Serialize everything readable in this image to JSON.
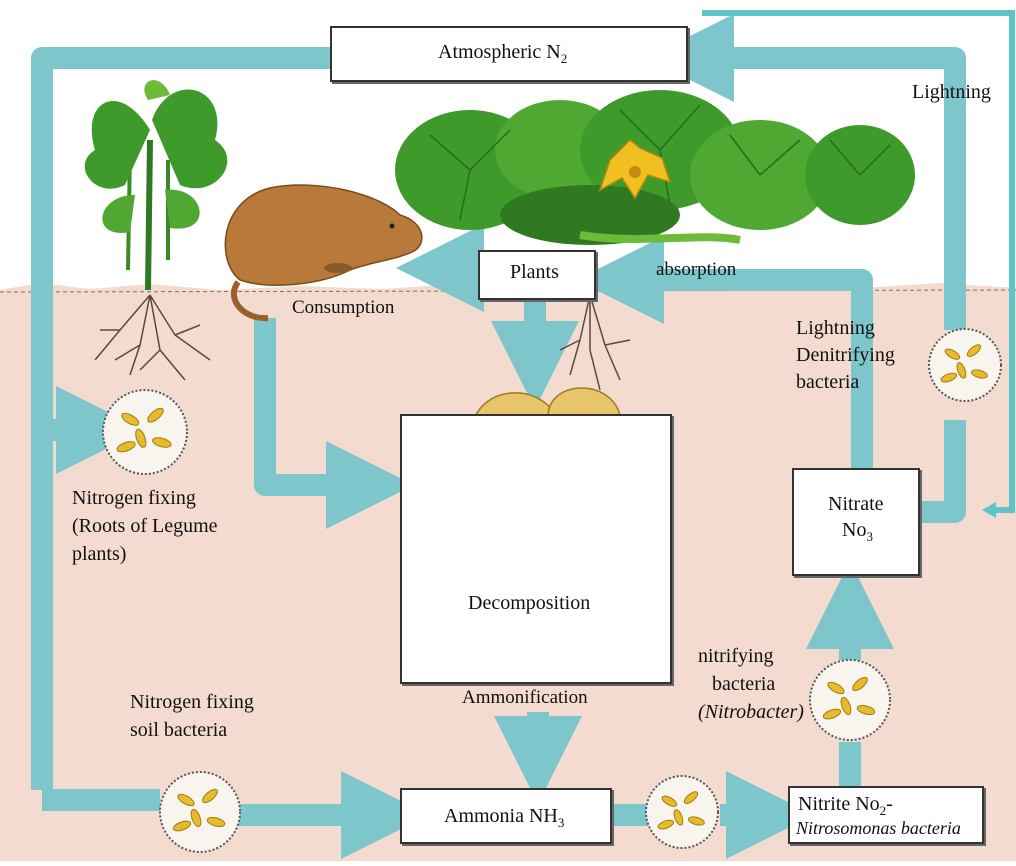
{
  "diagram": {
    "nodes": {
      "atmospheric": {
        "text": "Atmospheric N",
        "sub": "2"
      },
      "plants": "Plants",
      "decomposition": "Decomposition",
      "nitrate_line1": "Nitrate",
      "nitrate_line2": {
        "text": "No",
        "sub": "3"
      },
      "ammonia": {
        "text": "Ammonia NH",
        "sub": "3"
      },
      "nitrite": {
        "text": "Nitrite No",
        "sub": "2",
        "suffix": "-"
      },
      "nitrite_bacteria": "Nitrosomonas bacteria"
    },
    "labels": {
      "lightning_top": "Lightning",
      "absorption": "absorption",
      "consumption": "Consumption",
      "denitrify_l1": "Lightning",
      "denitrify_l2": "Denitrifying",
      "denitrify_l3": "bacteria",
      "nfix_roots_l1": "Nitrogen fixing",
      "nfix_roots_l2": "(Roots of Legume",
      "nfix_roots_l3": "plants)",
      "nfix_soil_l1": "Nitrogen fixing",
      "nfix_soil_l2": "soil bacteria",
      "ammonification": "Ammonification",
      "nitrifying_l1": "nitrifying",
      "nitrifying_l2": "bacteria",
      "nitrifying_l3": "(Nitrobacter)"
    },
    "colors": {
      "sky": "#ffffff",
      "soil": "#f3dccf",
      "arrow": "#7cc6cc",
      "lightning_line": "#5fc4c8",
      "leaf": "#3f9a2c",
      "leaf_light": "#6dbb3a",
      "bacteria": "#e8bb2c",
      "mushroom": "#e8c46a",
      "mole": "#b8793a"
    },
    "icons": [
      "legume-plant-icon",
      "squash-plant-icon",
      "flower-icon",
      "mole-icon",
      "mushroom-icon",
      "bacteria-icon"
    ]
  }
}
